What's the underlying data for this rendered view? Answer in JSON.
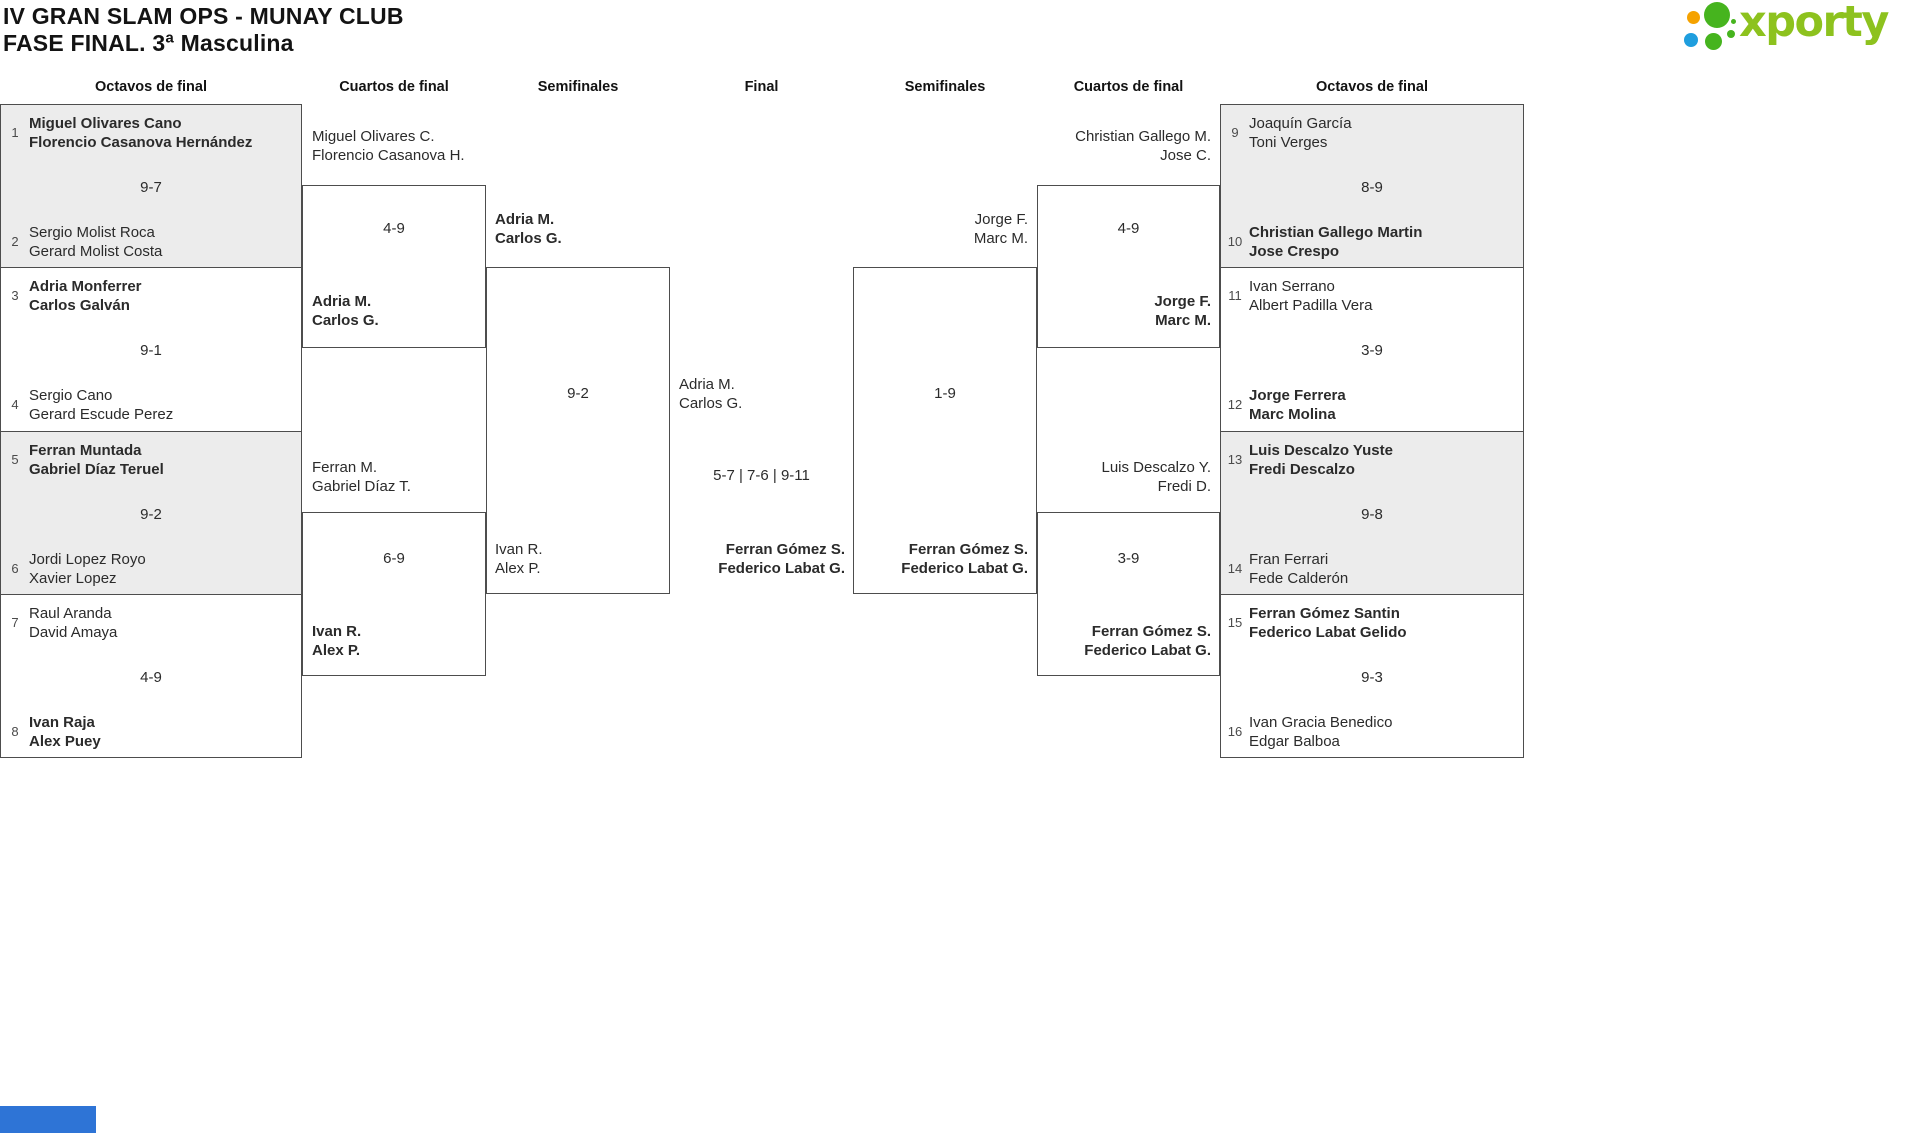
{
  "header": {
    "title": "IV GRAN SLAM OPS - MUNAY CLUB",
    "subtitle": "FASE FINAL. 3ª Masculina"
  },
  "logo": {
    "wordmark": "xporty",
    "brand_green": "#8dc21e",
    "dot_green": "#46b41e",
    "dot_orange": "#f5a200",
    "dot_blue": "#1f9ede"
  },
  "colors": {
    "bracket_line": "#4d4d4d",
    "shaded_cell": "#ececec",
    "footer_bar_blue": "#2e74d6",
    "text": "#2b2b2b"
  },
  "columns": [
    "Octavos de final",
    "Cuartos de final",
    "Semifinales",
    "Final",
    "Semifinales",
    "Cuartos de final",
    "Octavos de final"
  ],
  "rounds": {
    "r16_left": [
      {
        "seed1": "1",
        "t1p1": "Miguel Olivares Cano",
        "t1p2": "Florencio Casanova Hernández",
        "score": "9-7",
        "seed2": "2",
        "t2p1": "Sergio Molist Roca",
        "t2p2": "Gerard Molist Costa",
        "winner": "team1"
      },
      {
        "seed1": "3",
        "t1p1": "Adria Monferrer",
        "t1p2": "Carlos Galván",
        "score": "9-1",
        "seed2": "4",
        "t2p1": "Sergio Cano",
        "t2p2": "Gerard Escude Perez",
        "winner": "team1"
      },
      {
        "seed1": "5",
        "t1p1": "Ferran Muntada",
        "t1p2": "Gabriel Díaz Teruel",
        "score": "9-2",
        "seed2": "6",
        "t2p1": "Jordi Lopez Royo",
        "t2p2": "Xavier Lopez",
        "winner": "team1"
      },
      {
        "seed1": "7",
        "t1p1": "Raul Aranda",
        "t1p2": "David Amaya",
        "score": "4-9",
        "seed2": "8",
        "t2p1": "Ivan Raja",
        "t2p2": "Alex Puey",
        "winner": "team2"
      }
    ],
    "qf_left": [
      {
        "t1p1": "Miguel Olivares C.",
        "t1p2": "Florencio Casanova H.",
        "score": "4-9",
        "t2p1": "Adria M.",
        "t2p2": "Carlos G.",
        "winner": "team2"
      },
      {
        "t1p1": "Ferran M.",
        "t1p2": "Gabriel Díaz T.",
        "score": "6-9",
        "t2p1": "Ivan R.",
        "t2p2": "Alex P.",
        "winner": "team2"
      }
    ],
    "sf_left": {
      "t1p1": "Adria M.",
      "t1p2": "Carlos G.",
      "score": "9-2",
      "t2p1": "Ivan R.",
      "t2p2": "Alex P.",
      "winner": "team1"
    },
    "final": {
      "t1p1": "Adria M.",
      "t1p2": "Carlos G.",
      "score": "5-7 | 7-6 | 9-11",
      "t2p1": "Ferran Gómez S.",
      "t2p2": "Federico Labat G.",
      "winner": "team2"
    },
    "sf_right": {
      "t1p1": "Jorge F.",
      "t1p2": "Marc M.",
      "score": "1-9",
      "t2p1": "Ferran Gómez S.",
      "t2p2": "Federico Labat G.",
      "winner": "team2"
    },
    "qf_right": [
      {
        "t1p1": "Christian Gallego M.",
        "t1p2": "Jose C.",
        "score": "4-9",
        "t2p1": "Jorge F.",
        "t2p2": "Marc M.",
        "winner": "team2"
      },
      {
        "t1p1": "Luis Descalzo Y.",
        "t1p2": "Fredi D.",
        "score": "3-9",
        "t2p1": "Ferran Gómez S.",
        "t2p2": "Federico Labat G.",
        "winner": "team2"
      }
    ],
    "r16_right": [
      {
        "seed1": "9",
        "t1p1": "Joaquín García",
        "t1p2": "Toni Verges",
        "score": "8-9",
        "seed2": "10",
        "t2p1": "Christian Gallego Martin",
        "t2p2": "Jose Crespo",
        "winner": "team2"
      },
      {
        "seed1": "11",
        "t1p1": "Ivan Serrano",
        "t1p2": "Albert Padilla Vera",
        "score": "3-9",
        "seed2": "12",
        "t2p1": "Jorge Ferrera",
        "t2p2": "Marc Molina",
        "winner": "team2"
      },
      {
        "seed1": "13",
        "t1p1": "Luis Descalzo Yuste",
        "t1p2": "Fredi Descalzo",
        "score": "9-8",
        "seed2": "14",
        "t2p1": "Fran Ferrari",
        "t2p2": "Fede Calderón",
        "winner": "team1"
      },
      {
        "seed1": "15",
        "t1p1": "Ferran Gómez Santin",
        "t1p2": "Federico Labat Gelido",
        "score": "9-3",
        "seed2": "16",
        "t2p1": "Ivan Gracia Benedico",
        "t2p2": "Edgar Balboa",
        "winner": "team1"
      }
    ]
  }
}
